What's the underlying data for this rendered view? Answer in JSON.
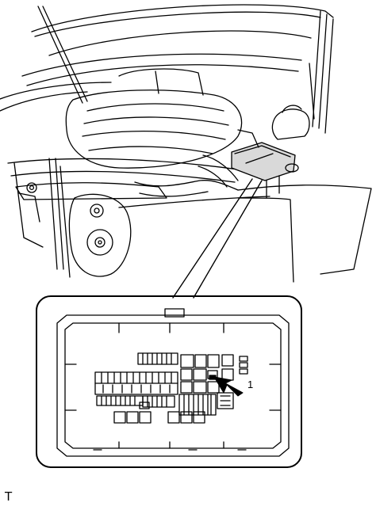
{
  "figure": {
    "label": "T",
    "callout_fuse": "1"
  },
  "colors": {
    "ink": "#000000",
    "background": "#ffffff",
    "shade": "#d9d9d9"
  },
  "icons": {
    "pointer": "arrow-icon",
    "leader": "leader-line"
  }
}
